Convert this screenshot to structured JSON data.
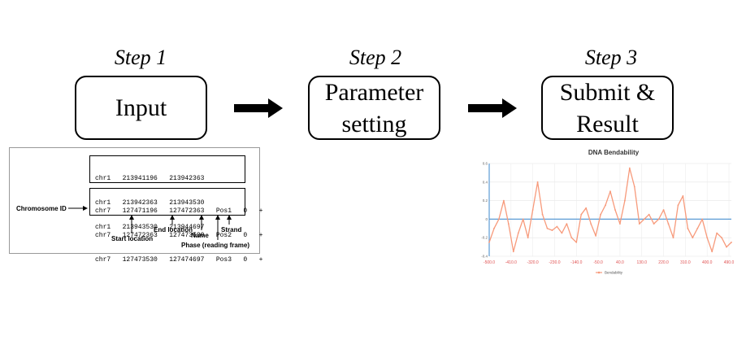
{
  "steps": [
    {
      "label": "Step 1",
      "box_lines": [
        "Input"
      ]
    },
    {
      "label": "Step 2",
      "box_lines": [
        "Parameter",
        "setting"
      ]
    },
    {
      "label": "Step 3",
      "box_lines": [
        "Submit &",
        "Result"
      ]
    }
  ],
  "input_example": {
    "bed3_rows": [
      "chr1   213941196   213942363",
      "chr1   213942363   213943530",
      "chr1   213943530   213944697"
    ],
    "bed6_rows": [
      "chr7   127471196   127472363   Pos1   0   +",
      "chr7   127472363   127473530   Pos2   0   +",
      "chr7   127473530   127474697   Pos3   0   +"
    ],
    "annotations": {
      "chromosome_id": "Chromosome ID",
      "start_location": "Start location",
      "end_location": "End location",
      "name": "Name",
      "strand": "Strand",
      "phase": "Phase (reading frame)"
    }
  },
  "chart_data": {
    "type": "line",
    "title": "DNA Bendability",
    "series": [
      {
        "name": "Bendability",
        "color": "#f79a7b",
        "x": [
          -500,
          -480,
          -460,
          -440,
          -420,
          -400,
          -380,
          -360,
          -340,
          -320,
          -300,
          -280,
          -260,
          -240,
          -220,
          -200,
          -180,
          -160,
          -140,
          -120,
          -100,
          -80,
          -60,
          -40,
          -20,
          0,
          20,
          40,
          60,
          80,
          100,
          120,
          140,
          160,
          180,
          200,
          220,
          240,
          260,
          280,
          300,
          320,
          340,
          360,
          380,
          400,
          420,
          440,
          460,
          480,
          500
        ],
        "values": [
          -0.25,
          -0.1,
          0.0,
          0.2,
          -0.05,
          -0.35,
          -0.15,
          0.0,
          -0.2,
          0.1,
          0.4,
          0.05,
          -0.1,
          -0.12,
          -0.08,
          -0.15,
          -0.05,
          -0.2,
          -0.25,
          0.05,
          0.12,
          -0.05,
          -0.18,
          0.05,
          0.15,
          0.3,
          0.1,
          -0.05,
          0.2,
          0.55,
          0.35,
          -0.05,
          0.0,
          0.05,
          -0.05,
          0.0,
          0.1,
          -0.05,
          -0.2,
          0.15,
          0.25,
          -0.1,
          -0.2,
          -0.1,
          0.0,
          -0.2,
          -0.35,
          -0.15,
          -0.2,
          -0.3,
          -0.25
        ]
      }
    ],
    "xlim": [
      -500,
      500
    ],
    "ylim": [
      -0.4,
      0.6
    ],
    "x_ticks": [
      "-500.0",
      "-410.0",
      "-320.0",
      "-230.0",
      "-140.0",
      "-50.0",
      "40.0",
      "130.0",
      "220.0",
      "310.0",
      "400.0",
      "490.0"
    ],
    "y_ticks": [
      "0.6",
      "0.4",
      "0.2",
      "0",
      "-0.2",
      "-0.4"
    ],
    "grid": true,
    "legend_position": "bottom"
  }
}
